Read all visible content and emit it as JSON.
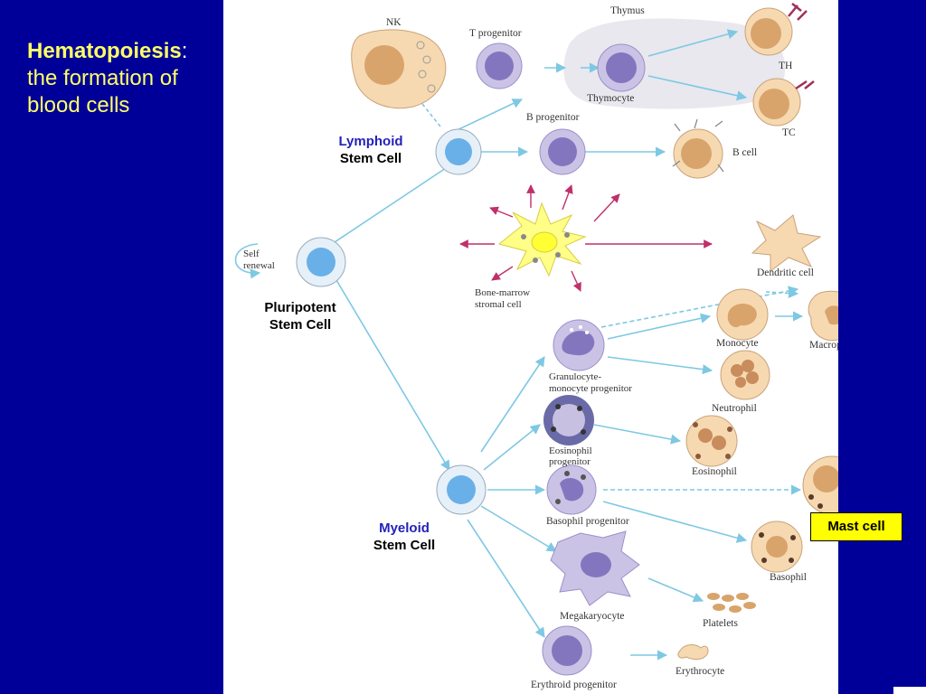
{
  "title": {
    "bold": "Hematopoiesis",
    "colon": ":",
    "rest": "the formation of blood cells"
  },
  "overlays": {
    "lymphoid_1": "Lymphoid",
    "lymphoid_2": "Stem Cell",
    "pluripotent_1": "Pluripotent",
    "pluripotent_2": "Stem Cell",
    "myeloid_1": "Myeloid",
    "myeloid_2": "Stem Cell",
    "mast_cell": "Mast cell"
  },
  "labels": {
    "nk": "NK",
    "t_progenitor": "T progenitor",
    "thymus": "Thymus",
    "thymocyte": "Thymocyte",
    "th": "TH",
    "tc": "TC",
    "b_progenitor": "B progenitor",
    "b_cell": "B cell",
    "self_renewal_1": "Self",
    "self_renewal_2": "renewal",
    "stromal_1": "Bone-marrow",
    "stromal_2": "stromal cell",
    "dendritic": "Dendritic cell",
    "monocyte": "Monocyte",
    "macrophage": "Macrophage",
    "gm_1": "Granulocyte-",
    "gm_2": "monocyte progenitor",
    "neutrophil": "Neutrophil",
    "eos_prog_1": "Eosinophil",
    "eos_prog_2": "progenitor",
    "eosinophil": "Eosinophil",
    "baso_prog": "Basophil progenitor",
    "basophil": "Basophil",
    "megakaryocyte": "Megakaryocyte",
    "platelets": "Platelets",
    "erythroid": "Erythroid progenitor",
    "erythrocyte": "Erythrocyte"
  },
  "colors": {
    "background": "#000099",
    "title": "#ffff66",
    "arrow": "#7ec8e3",
    "stem_cell": "#6ab0e8",
    "progenitor": "#9b8fc8",
    "mature_cell": "#f0c898",
    "stroma": "#ffff88",
    "highlight": "#ffff00"
  }
}
